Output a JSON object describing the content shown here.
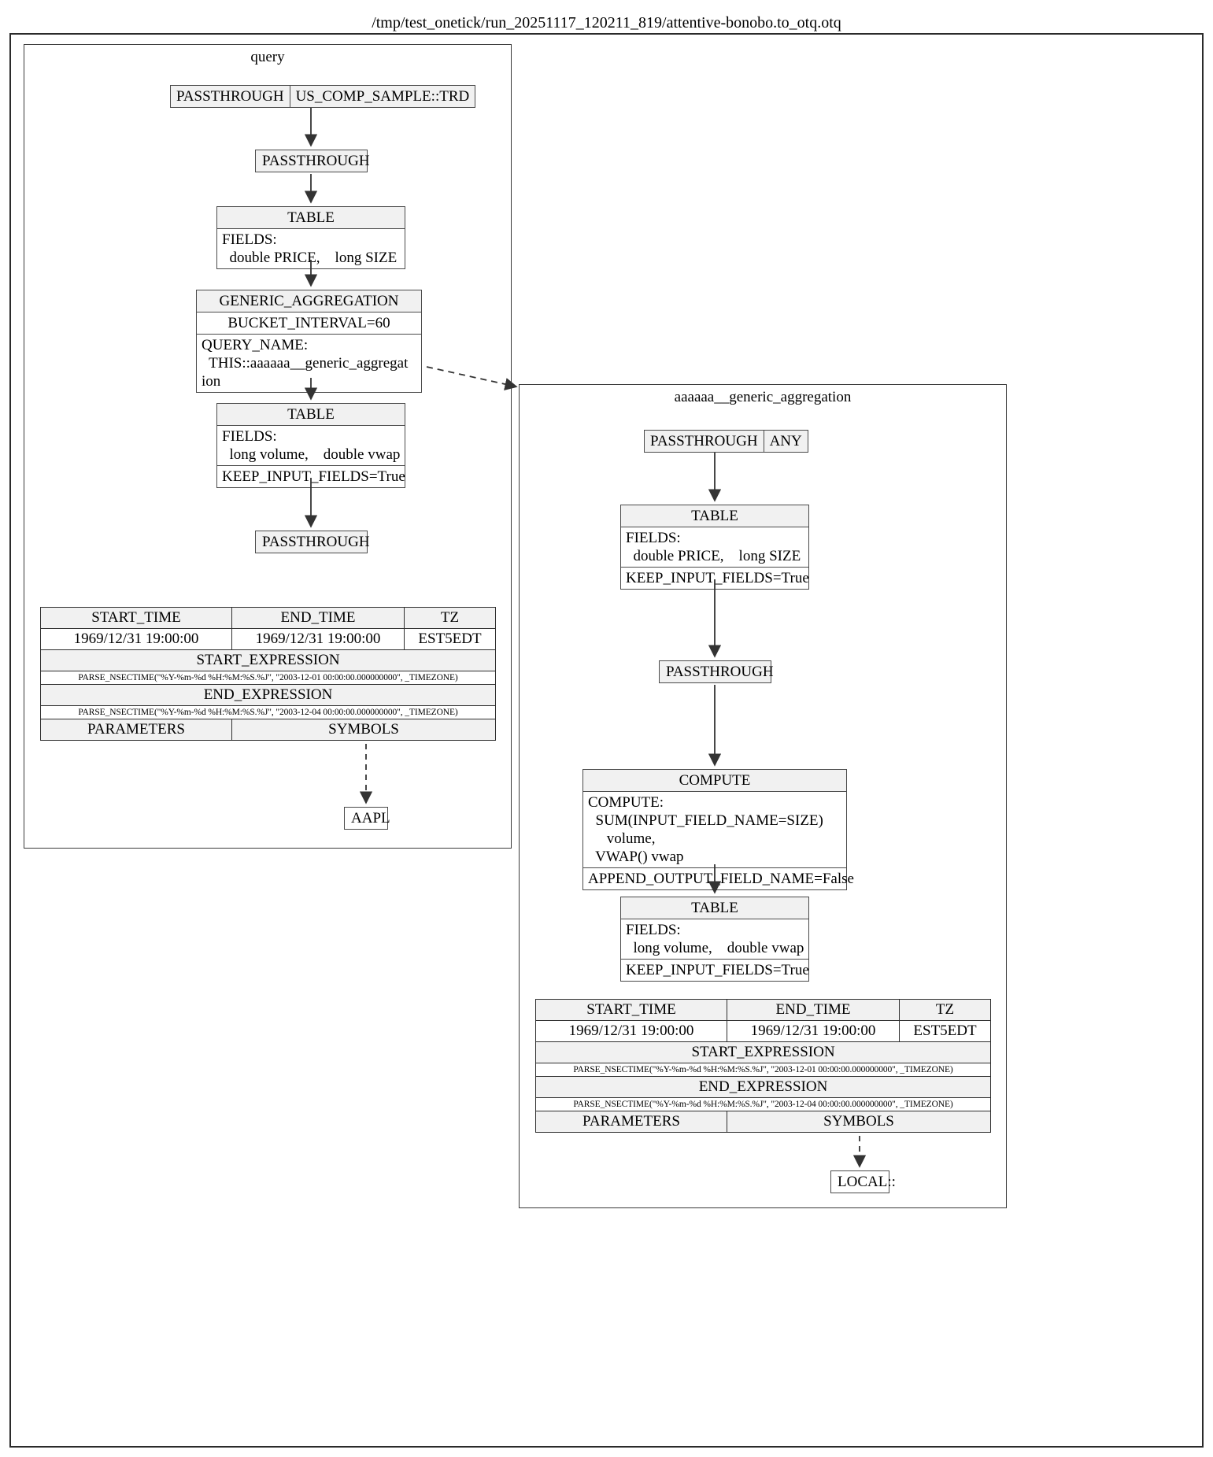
{
  "document": {
    "title": "/tmp/test_onetick/run_20251117_120211_819/attentive-bonobo.to_otq.otq"
  },
  "clusters": {
    "query": {
      "label": "query"
    },
    "sub": {
      "label": "aaaaaa__generic_aggregation"
    }
  },
  "query_graph": {
    "source_node": {
      "ep": "PASSTHROUGH",
      "symbol": "US_COMP_SAMPLE::TRD"
    },
    "passthrough_1": "PASSTHROUGH",
    "table_1": {
      "title": "TABLE",
      "fields_label": "FIELDS:",
      "fields_value": "  double PRICE,    long SIZE"
    },
    "generic_aggregation": {
      "title": "GENERIC_AGGREGATION",
      "bucket_interval": "BUCKET_INTERVAL=60",
      "query_name_label": "QUERY_NAME:",
      "query_name_value": "  THIS::aaaaaa__generic_aggregat\nion"
    },
    "table_2": {
      "title": "TABLE",
      "fields_label": "FIELDS:",
      "fields_value": "  long volume,    double vwap",
      "keep_input_fields": "KEEP_INPUT_FIELDS=True"
    },
    "passthrough_2": "PASSTHROUGH",
    "symbol_node": "AAPL",
    "params": {
      "headers": [
        "START_TIME",
        "END_TIME",
        "TZ"
      ],
      "values": [
        "1969/12/31 19:00:00",
        "1969/12/31 19:00:00",
        "EST5EDT"
      ],
      "start_expression_label": "START_EXPRESSION",
      "start_expression_value": "PARSE_NSECTIME(\"%Y-%m-%d %H:%M:%S.%J\", \"2003-12-01 00:00:00.000000000\", _TIMEZONE)",
      "end_expression_label": "END_EXPRESSION",
      "end_expression_value": "PARSE_NSECTIME(\"%Y-%m-%d %H:%M:%S.%J\", \"2003-12-04 00:00:00.000000000\", _TIMEZONE)",
      "parameters_label": "PARAMETERS",
      "symbols_label": "SYMBOLS"
    }
  },
  "sub_graph": {
    "source_node": {
      "ep": "PASSTHROUGH",
      "symbol": "ANY"
    },
    "table_1": {
      "title": "TABLE",
      "fields_label": "FIELDS:",
      "fields_value": "  double PRICE,    long SIZE",
      "keep_input_fields": "KEEP_INPUT_FIELDS=True"
    },
    "passthrough_1": "PASSTHROUGH",
    "compute": {
      "title": "COMPUTE",
      "compute_label": "COMPUTE:",
      "compute_value": "  SUM(INPUT_FIELD_NAME=SIZE)\n     volume,\n  VWAP() vwap",
      "append_output_field_name": "APPEND_OUTPUT_FIELD_NAME=False"
    },
    "table_2": {
      "title": "TABLE",
      "fields_label": "FIELDS:",
      "fields_value": "  long volume,    double vwap",
      "keep_input_fields": "KEEP_INPUT_FIELDS=True"
    },
    "symbol_node": "LOCAL::",
    "params": {
      "headers": [
        "START_TIME",
        "END_TIME",
        "TZ"
      ],
      "values": [
        "1969/12/31 19:00:00",
        "1969/12/31 19:00:00",
        "EST5EDT"
      ],
      "start_expression_label": "START_EXPRESSION",
      "start_expression_value": "PARSE_NSECTIME(\"%Y-%m-%d %H:%M:%S.%J\", \"2003-12-01 00:00:00.000000000\", _TIMEZONE)",
      "end_expression_label": "END_EXPRESSION",
      "end_expression_value": "PARSE_NSECTIME(\"%Y-%m-%d %H:%M:%S.%J\", \"2003-12-04 00:00:00.000000000\", _TIMEZONE)",
      "parameters_label": "PARAMETERS",
      "symbols_label": "SYMBOLS"
    }
  },
  "colors": {
    "node_header_fill": "#f1f1f1",
    "node_border": "#4a4a4a",
    "edge": "#333333",
    "background": "#ffffff"
  }
}
